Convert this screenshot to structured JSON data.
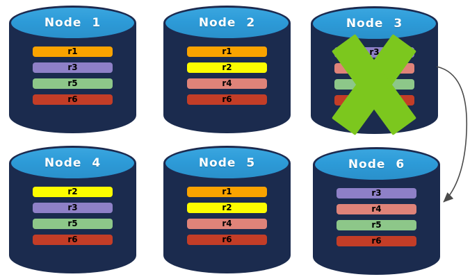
{
  "diagram": {
    "description": "database-replication-failover-diagram",
    "colors": {
      "cylinder_body": "#1B2B4E",
      "cylinder_top": "#2D9BD8",
      "cylinder_border": "#1C2A4F",
      "fail_x": "#7CC71E",
      "arrow": "#4A4A4A",
      "node_title_text": "#FFFFFF",
      "replica_text": "#000000",
      "replica_colors": {
        "r1": "#F9A300",
        "r2": "#FCFC00",
        "r3": "#8E80C7",
        "r4": "#DF8379",
        "r5": "#8DC789",
        "r6": "#C33D27"
      }
    },
    "nodes": [
      {
        "id": "node-1",
        "label": "Node 1",
        "replicas": [
          "r1",
          "r3",
          "r5",
          "r6"
        ],
        "failed": false
      },
      {
        "id": "node-2",
        "label": "Node 2",
        "replicas": [
          "r1",
          "r2",
          "r4",
          "r6"
        ],
        "failed": false
      },
      {
        "id": "node-3",
        "label": "Node 3",
        "replicas": [
          "r3",
          "r4",
          "r5",
          "r6"
        ],
        "failed": true
      },
      {
        "id": "node-4",
        "label": "Node 4",
        "replicas": [
          "r2",
          "r3",
          "r5",
          "r6"
        ],
        "failed": false
      },
      {
        "id": "node-5",
        "label": "Node 5",
        "replicas": [
          "r1",
          "r2",
          "r4",
          "r6"
        ],
        "failed": false
      },
      {
        "id": "node-6",
        "label": "Node 6",
        "replicas": [
          "r3",
          "r4",
          "r5",
          "r6"
        ],
        "failed": false
      }
    ],
    "arrow": {
      "from": "node-3",
      "to": "node-6"
    }
  }
}
